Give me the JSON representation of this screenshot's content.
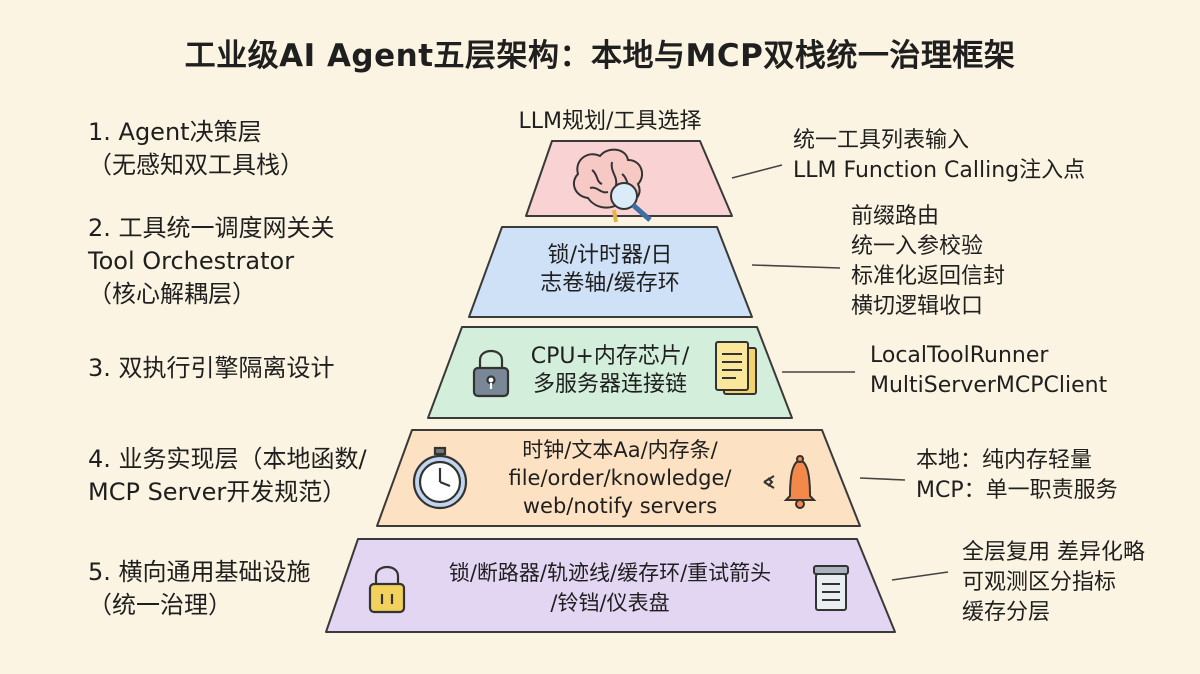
{
  "title": "工业级AI Agent五层架构：本地与MCP双栈统一治理框架",
  "top_caption": "LLM规划/工具选择",
  "layers": [
    {
      "left_lines": [
        "1. Agent决策层",
        "（无感知双工具栈）"
      ],
      "center_lines": [],
      "right_lines": [
        "统一工具列表输入",
        "LLM Function Calling注入点"
      ],
      "icons": [
        "brain-search-icon"
      ],
      "fill": "#f9d3d3"
    },
    {
      "left_lines": [
        "2. 工具统一调度网关关",
        "Tool Orchestrator",
        "（核心解耦层）"
      ],
      "center_lines": [
        "锁/计时器/日",
        "志卷轴/缓存环"
      ],
      "right_lines": [
        "前缀路由",
        "统一入参校验",
        "标准化返回信封",
        "横切逻辑收口"
      ],
      "icons": [],
      "fill": "#cfe1f6"
    },
    {
      "left_lines": [
        "3. 双执行引擎隔离设计"
      ],
      "center_lines": [
        "CPU+内存芯片/",
        "多服务器连接链"
      ],
      "right_lines": [
        "LocalToolRunner",
        "MultiServerMCPClient"
      ],
      "icons": [
        "padlock-icon",
        "document-stack-icon"
      ],
      "fill": "#d3efdb"
    },
    {
      "left_lines": [
        "4. 业务实现层（本地函数/",
        "MCP Server开发规范）"
      ],
      "center_lines": [
        "时钟/文本Aa/内存条/",
        "file/order/knowledge/",
        "web/notify servers"
      ],
      "right_lines": [
        "本地：纯内存轻量",
        "MCP：单一职责服务"
      ],
      "icons": [
        "stopwatch-icon",
        "bell-icon"
      ],
      "fill": "#fce1c2"
    },
    {
      "left_lines": [
        "5. 横向通用基础设施",
        "（统一治理）"
      ],
      "center_lines": [
        "锁/断路器/轨迹线/缓存环/重试箭头",
        "/铃铛/仪表盘"
      ],
      "right_lines": [
        "全层复用 差异化略",
        "可观测区分指标",
        "缓存分层"
      ],
      "icons": [
        "padlock-icon",
        "server-icon"
      ],
      "fill": "#e3d6f3"
    }
  ]
}
